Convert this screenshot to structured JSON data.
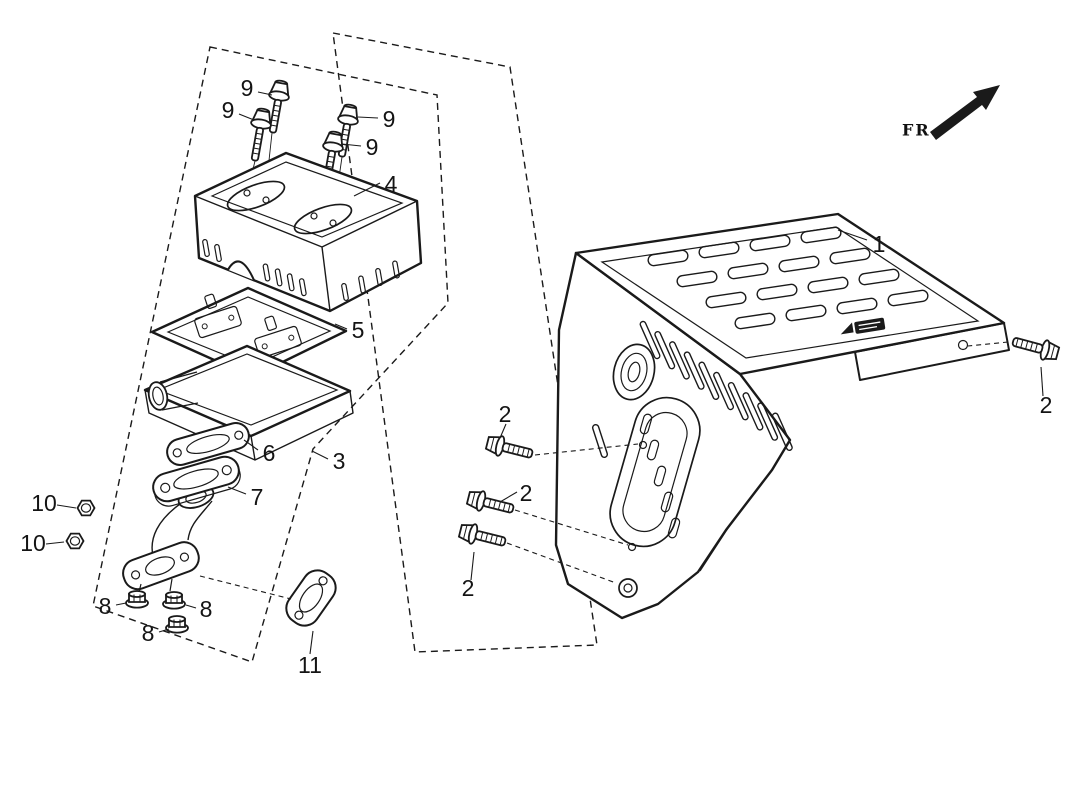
{
  "canvas": {
    "background": "#ffffff",
    "line_color": "#1a1a1a"
  },
  "direction_indicator": {
    "label": "FR.",
    "icon": "arrow-up-right"
  },
  "callouts": [
    {
      "text": "9"
    },
    {
      "text": "9"
    },
    {
      "text": "9"
    },
    {
      "text": "9"
    },
    {
      "text": "4"
    },
    {
      "text": "5"
    },
    {
      "text": "3"
    },
    {
      "text": "6"
    },
    {
      "text": "7"
    },
    {
      "text": "10"
    },
    {
      "text": "10"
    },
    {
      "text": "8"
    },
    {
      "text": "8"
    },
    {
      "text": "8"
    },
    {
      "text": "11"
    },
    {
      "text": "1"
    },
    {
      "text": "2"
    },
    {
      "text": "2"
    },
    {
      "text": "2"
    },
    {
      "text": "2"
    }
  ]
}
